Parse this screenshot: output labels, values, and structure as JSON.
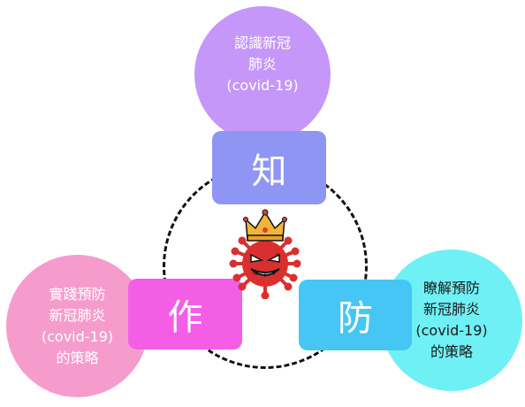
{
  "colors": {
    "knowledge_circle": "#c597f8",
    "knowledge_tile": "#8f95f3",
    "action_circle": "#f69ccd",
    "action_tile": "#f45ee6",
    "prevention_circle": "#6ff0f5",
    "prevention_tile": "#45c6f5",
    "virus": "#d9302f",
    "crown": "#f2b53a"
  },
  "knowledge": {
    "tile_label": "知",
    "circle_lines": [
      "認識新冠",
      "肺炎",
      "(covid-19)"
    ]
  },
  "action": {
    "tile_label": "作",
    "circle_lines": [
      "實踐預防",
      "新冠肺炎",
      "(covid-19)",
      "的策略"
    ]
  },
  "prevention": {
    "tile_label": "防",
    "circle_lines": [
      "瞭解預防",
      "新冠肺炎",
      "(covid-19)",
      "的策略"
    ]
  },
  "icons": {
    "center": "coronavirus-with-crown-icon"
  }
}
